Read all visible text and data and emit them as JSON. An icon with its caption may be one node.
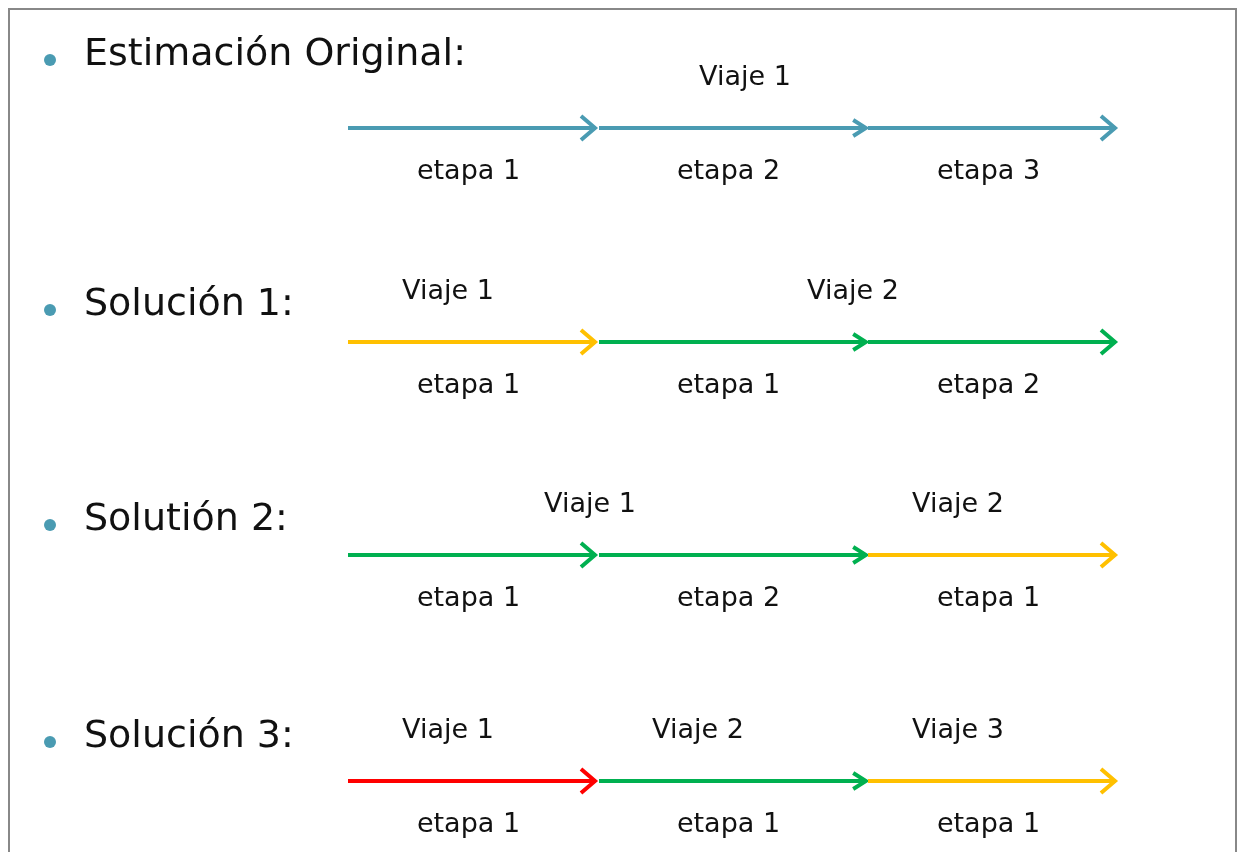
{
  "diagram": {
    "nodes": [
      {
        "text": [],
        "shape": "arrow",
        "beside": [
          "etapa 1"
        ]
      },
      {
        "text": [],
        "shape": "arrow",
        "beside": [
          "etapa 3"
        ]
      },
      {
        "text": [],
        "shape": "arrow",
        "beside": [
          "etapa 1"
        ]
      },
      {
        "text": [],
        "shape": "arrow",
        "beside": [
          "etapa 2"
        ]
      },
      {
        "text": [],
        "shape": "arrow",
        "beside": [
          "etapa 1"
        ]
      },
      {
        "text": [],
        "shape": "arrow",
        "beside": [
          "etapa 1"
        ]
      },
      {
        "text": [],
        "shape": "arrow",
        "beside": [
          "etapa 1"
        ]
      },
      {
        "text": [],
        "shape": "arrow",
        "beside": [
          "etapa 1"
        ]
      }
    ],
    "edges": [
      {
        "from": 0,
        "to": 1,
        "arrow": "to",
        "label": "etapa 2",
        "color": "#4a9bb2"
      },
      {
        "from": 2,
        "to": 3,
        "arrow": "to",
        "label": "etapa 1",
        "color": "#00b050"
      },
      {
        "from": 4,
        "to": 5,
        "arrow": "to",
        "label": "etapa 2",
        "color": "#00b050"
      },
      {
        "from": 6,
        "to": 7,
        "arrow": "to",
        "label": "etapa 1",
        "color": "#00b050"
      }
    ],
    "labels": [
      "Estimación Original:",
      "Viaje 1",
      "Solución 1:",
      "Viaje 1",
      "Viaje 2",
      "Solutión 2:",
      "Viaje 1",
      "Viaje 2",
      "Solución 3:",
      "Viaje 1",
      "Viaje 2",
      "Viaje 3"
    ]
  }
}
